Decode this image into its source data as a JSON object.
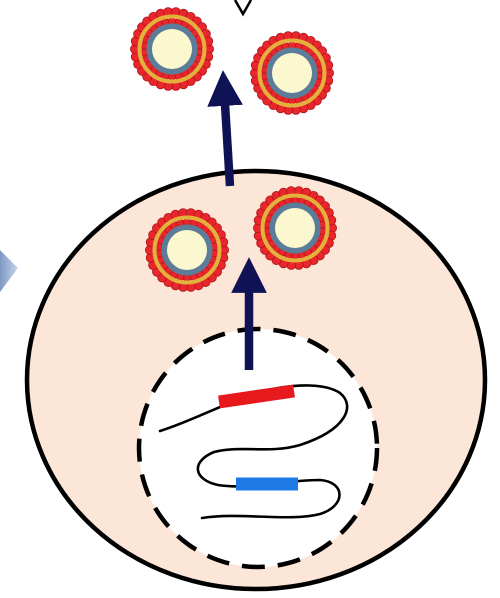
{
  "diagram": {
    "colors": {
      "background": "#ffffff",
      "cell_fill": "#fce6d8",
      "outline": "#000000",
      "nucleus_fill": "#ffffff",
      "arrow": "#0f1356",
      "vesicle_bead": "#e8262b",
      "vesicle_bead_edge": "#b01418",
      "vesicle_band": "#e3b13c",
      "vesicle_ring": "#5b7d99",
      "vesicle_core": "#fbf8cf",
      "gene_red": "#e8191d",
      "gene_blue": "#1f7ae6",
      "side_arrow": "#9db5d6"
    },
    "elements": {
      "cell": "cell",
      "nucleus": "nucleus",
      "dna": "dna-strand",
      "gene_segments": [
        "gene-segment-red",
        "gene-segment-blue"
      ],
      "vesicles_inside": 2,
      "vesicles_outside": 2,
      "arrows": [
        "arrow-nucleus-to-vesicles",
        "arrow-vesicles-to-exterior"
      ]
    }
  }
}
